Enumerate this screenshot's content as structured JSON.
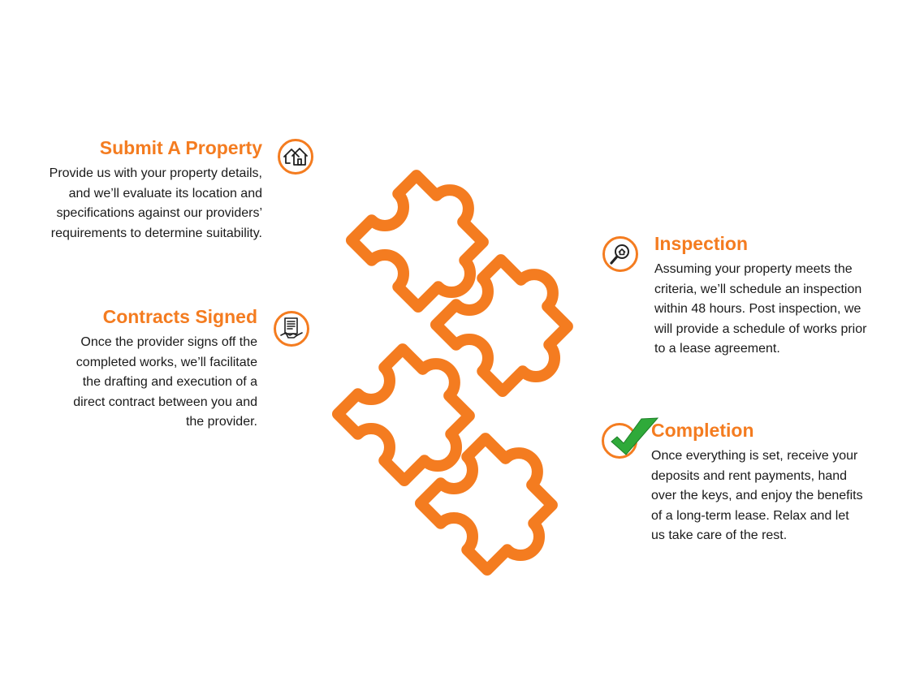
{
  "colors": {
    "accent": "#f47c20",
    "body_text": "#1a1a1a",
    "check_green": "#2faa3a"
  },
  "steps": [
    {
      "title": "Submit A Property",
      "icon": "houses-icon",
      "lines": [
        "Provide us with your property details,",
        "and we’ll evaluate its location and",
        "specifications against our providers’",
        "requirements to determine suitability."
      ]
    },
    {
      "title": "Contracts Signed",
      "icon": "contract-handshake-icon",
      "lines": [
        "Once the provider signs off the",
        "completed works, we’ll facilitate",
        "the drafting and execution of a",
        "direct contract between you and",
        "the provider."
      ]
    },
    {
      "title": "Inspection",
      "icon": "magnifier-house-icon",
      "lines": [
        "Assuming your property meets the",
        "criteria, we’ll schedule an inspection",
        "within 48 hours. Post inspection, we",
        "will provide a schedule of works prior",
        "to a lease agreement."
      ]
    },
    {
      "title": "Completion",
      "icon": "checkmark-icon",
      "lines": [
        "Once everything is set, receive your",
        "deposits and rent payments, hand",
        "over the keys, and enjoy the benefits",
        "of a long-term lease. Relax and let",
        "us take care of the rest."
      ]
    }
  ]
}
